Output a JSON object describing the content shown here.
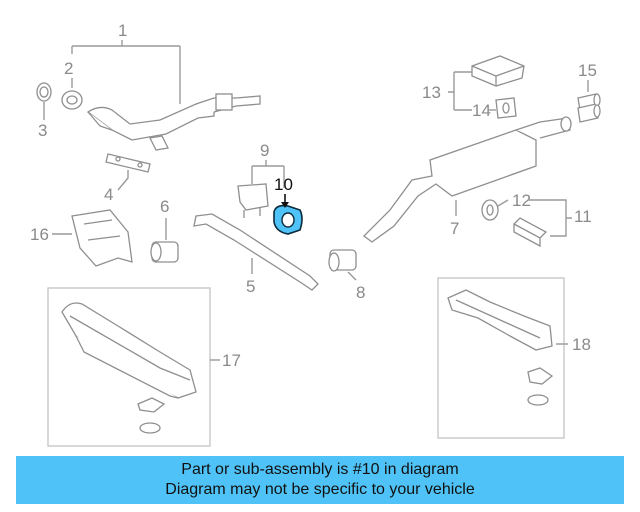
{
  "diagram": {
    "highlight_color": "#4fc3f7",
    "callouts": {
      "c1": "1",
      "c2": "2",
      "c3": "3",
      "c4": "4",
      "c5": "5",
      "c6": "6",
      "c7": "7",
      "c8": "8",
      "c9": "9",
      "c10": "10",
      "c11": "11",
      "c12": "12",
      "c13": "13",
      "c14": "14",
      "c15": "15",
      "c16": "16",
      "c17": "17",
      "c18": "18"
    }
  },
  "banner": {
    "line1": "Part or sub-assembly is #10 in diagram",
    "line2": "Diagram may not be specific to your vehicle",
    "background": "#4fc3f7"
  }
}
